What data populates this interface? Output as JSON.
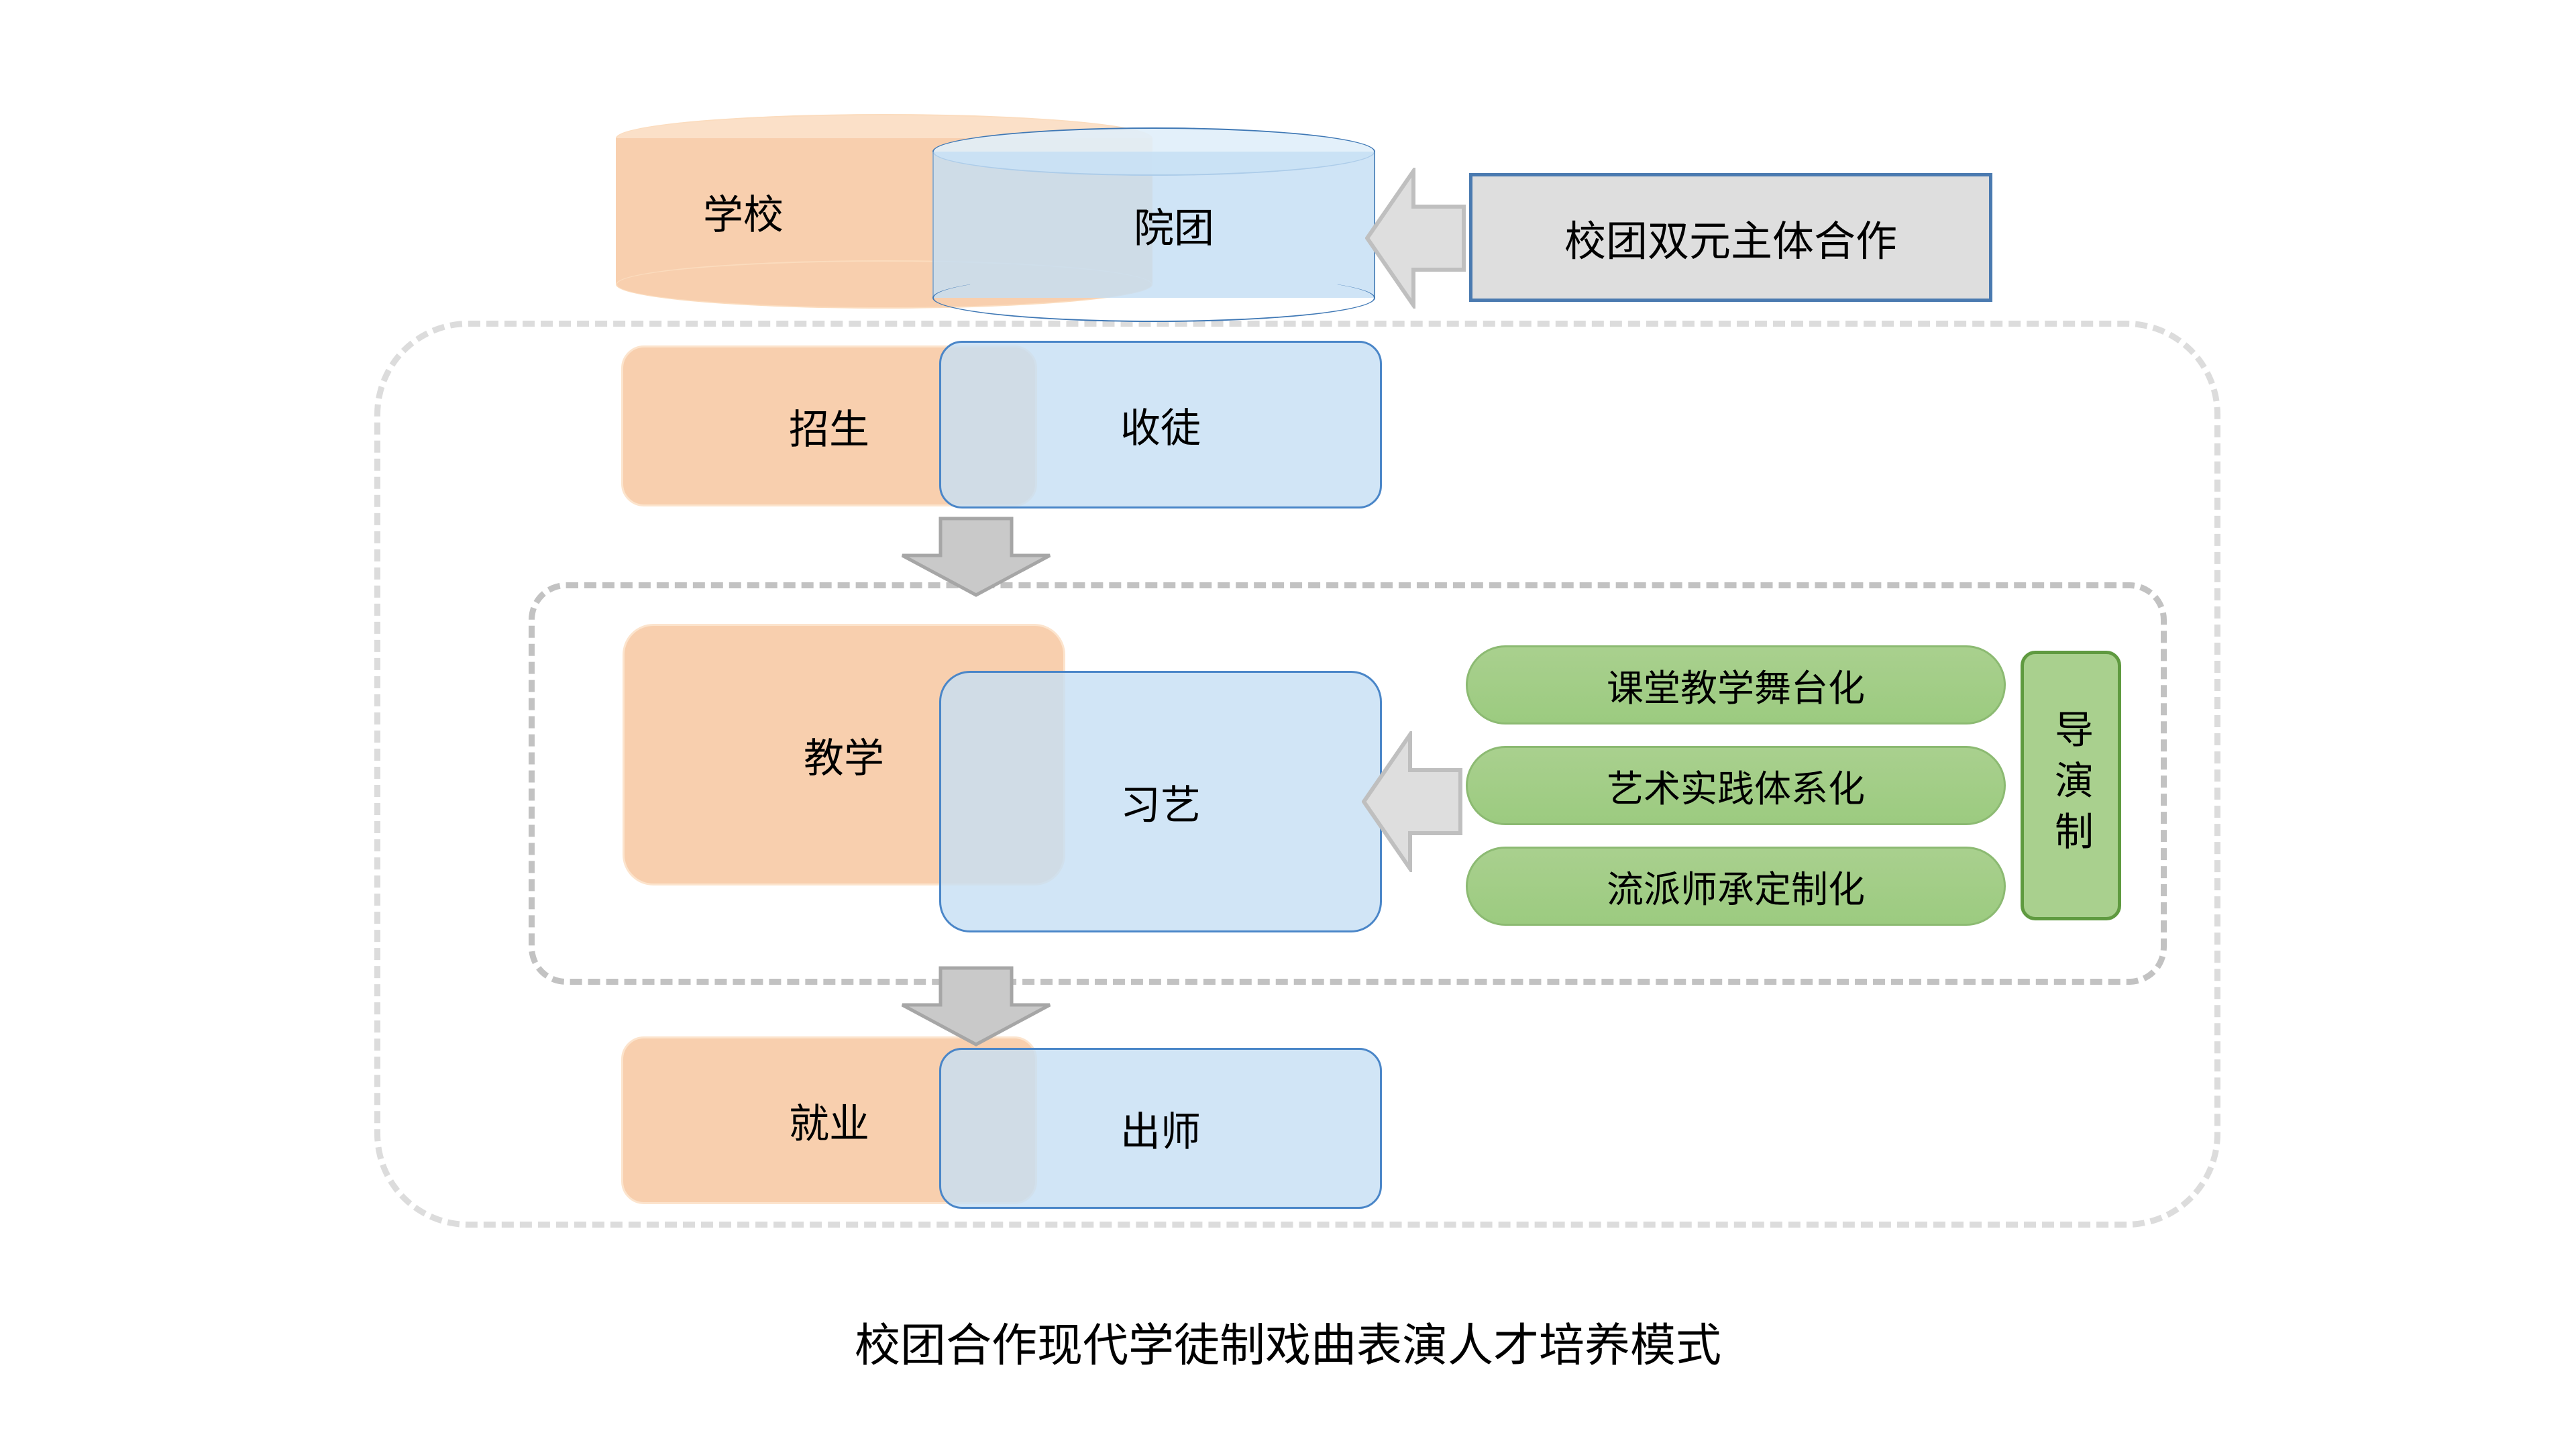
{
  "diagram": {
    "caption": "校团合作现代学徒制戏曲表演人才培养模式",
    "top_row": {
      "school_cylinder": "学校",
      "troupe_cylinder": "院团",
      "note_box": "校团双元主体合作"
    },
    "rows": [
      {
        "left": "招生",
        "right": "收徒"
      },
      {
        "left": "教学",
        "right": "习艺"
      },
      {
        "left": "就业",
        "right": "出师"
      }
    ],
    "green_pills": [
      "课堂教学舞台化",
      "艺术实践体系化",
      "流派师承定制化"
    ],
    "vertical_tag": "导演制",
    "colors": {
      "orange_fill": "#f8cfae",
      "blue_fill": "#c6def4",
      "blue_stroke": "#4a86c8",
      "green_fill": "#a9d08e",
      "green_stroke": "#5f9a40",
      "gray_fill": "#dedede",
      "gray_stroke": "#b3b3b3",
      "note_border": "#4a7ab0",
      "dashed_outer": "#dcdcdc",
      "dashed_inner": "#c2c2c2"
    }
  }
}
